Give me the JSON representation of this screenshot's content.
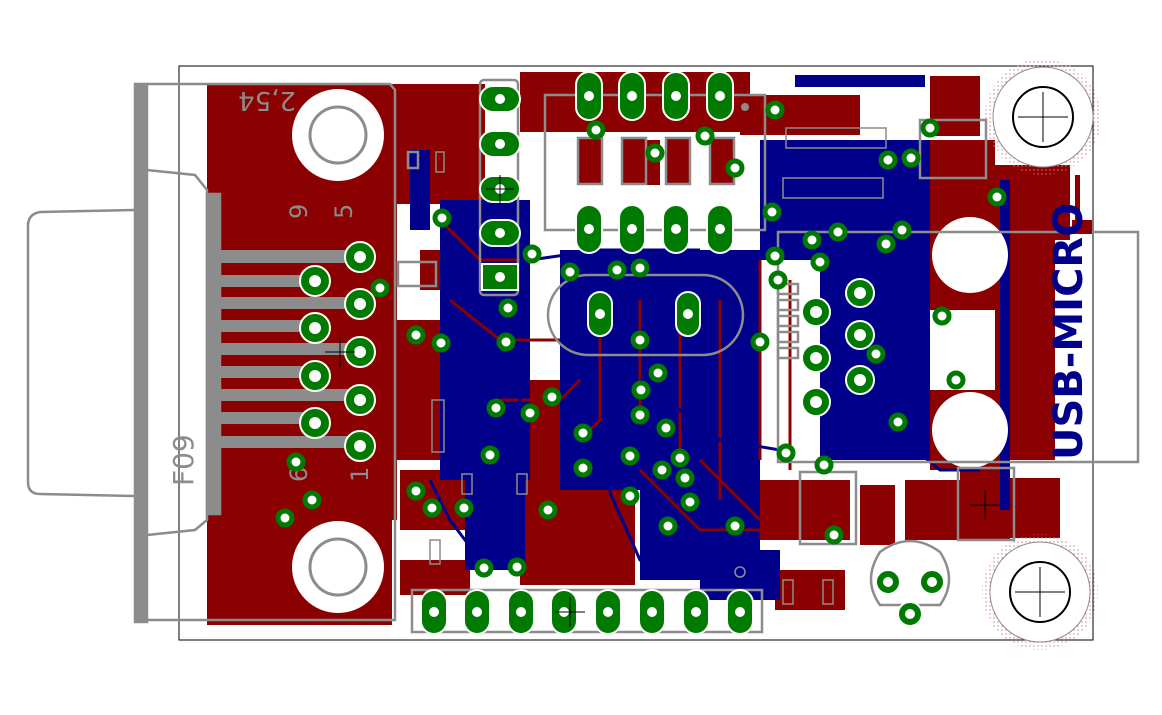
{
  "colors": {
    "background": "#ffffff",
    "top_copper": "#8b0000",
    "bottom_copper": "#00008b",
    "pad": "#007a00",
    "silkscreen": "#8c8c8c",
    "outline": "#000000",
    "drill": "#ffffff",
    "keepout": "#d98080"
  },
  "labels": {
    "pitch": "2,54",
    "pin9": "9",
    "pin5": "5",
    "pin6": "6",
    "pin1": "1",
    "connector": "F09",
    "usb": "USB-MICRO"
  },
  "icons": [
    "mounting-hole-icon",
    "crosshair-icon"
  ]
}
